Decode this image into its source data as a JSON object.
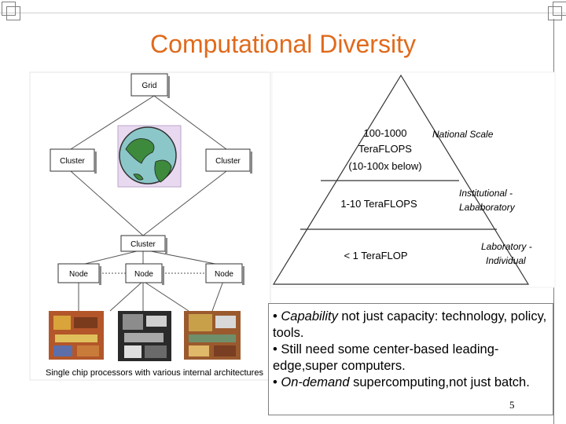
{
  "slide": {
    "title": "Computational Diversity",
    "page_number": "5"
  },
  "diagram": {
    "nodes": {
      "grid": "Grid",
      "cluster_left": "Cluster",
      "cluster_right": "Cluster",
      "cluster_bottom": "Cluster",
      "node_left": "Node",
      "node_center": "Node",
      "node_right": "Node"
    },
    "caption": "Single chip processors with various internal architectures"
  },
  "pyramid": {
    "tiers": [
      {
        "line1": "100-1000",
        "line2": "TeraFLOPS",
        "line3": "(10-100x below)",
        "scale1": "National Scale",
        "scale2": ""
      },
      {
        "line1": "1-10 TeraFLOPS",
        "line2": "",
        "line3": "",
        "scale1": "Institutional -",
        "scale2": "Lababoratory"
      },
      {
        "line1": "< 1 TeraFLOP",
        "line2": "",
        "line3": "",
        "scale1": "Laboratory -",
        "scale2": "Individual"
      }
    ]
  },
  "bullets": [
    {
      "italic": "Capability",
      "rest": " not just capacity: technology, policy, tools."
    },
    {
      "italic": "",
      "rest": "Still need some center-based leading-edge,super computers."
    },
    {
      "italic": "On-demand",
      "rest": " supercomputing,not just batch."
    }
  ]
}
